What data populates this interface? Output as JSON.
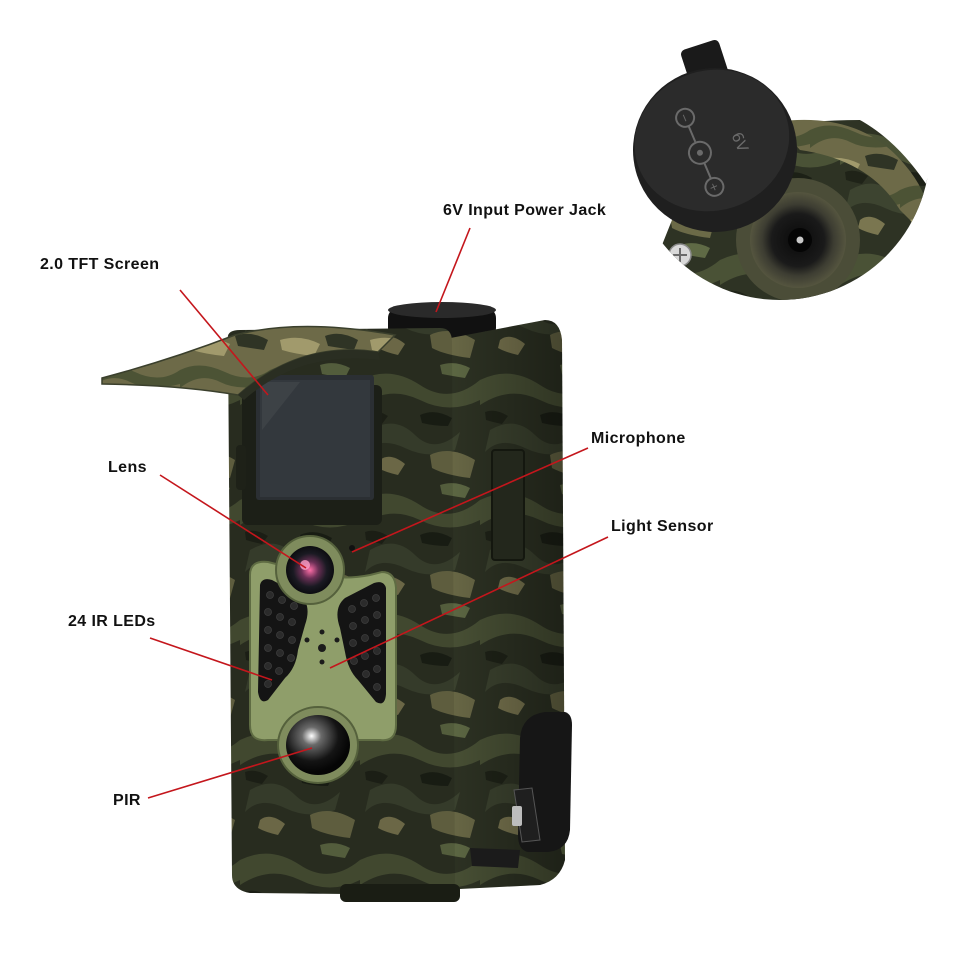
{
  "callouts": {
    "power_jack": "6V Input Power Jack",
    "tft_screen": "2.0 TFT Screen",
    "microphone": "Microphone",
    "lens": "Lens",
    "light_sensor": "Light Sensor",
    "ir_leds": "24 IR LEDs",
    "pir": "PIR"
  },
  "inset": {
    "cap_marking": "6V"
  },
  "colors": {
    "leader_line": "#c4161c",
    "camo_dark": "#2b2f22",
    "camo_mid": "#4a5236",
    "camo_light": "#8a8a5c",
    "ir_panel_frame": "#8f9e6a",
    "label_text": "#111111"
  }
}
